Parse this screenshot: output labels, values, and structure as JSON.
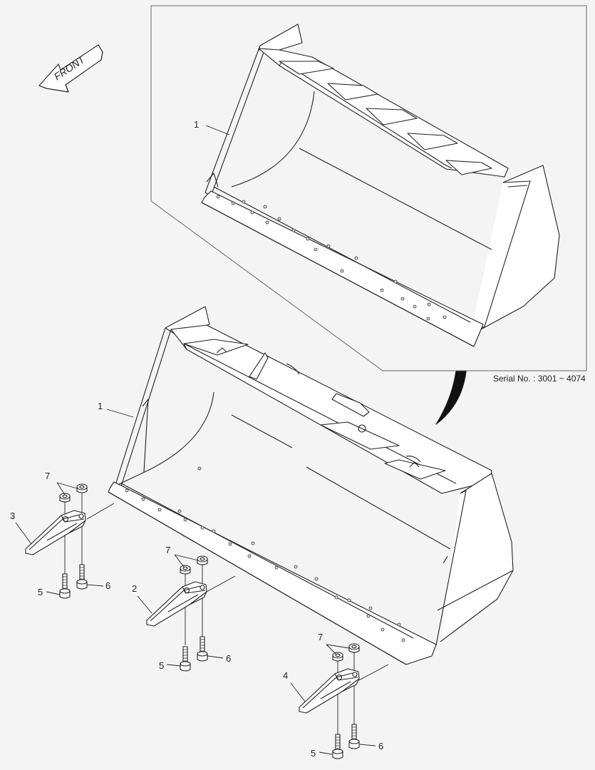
{
  "diagram": {
    "type": "exploded parts diagram",
    "subject": "Loader bucket with teeth (tips), bolts and nuts",
    "serial_note": "Serial No. : 3001 ~ 4074",
    "orientation_arrow": {
      "label": "FRONT",
      "icon": "front-direction-arrow-icon"
    },
    "inset": {
      "description": "Alternate bucket version (boxed detail)",
      "callout": "1"
    },
    "callouts": [
      {
        "id": "1",
        "part": "Bucket (main view)"
      },
      {
        "id": "1",
        "part": "Bucket (inset view)"
      },
      {
        "id": "2",
        "part": "Tooth / tip (center)"
      },
      {
        "id": "3",
        "part": "Tooth / tip (left)"
      },
      {
        "id": "4",
        "part": "Tooth / tip (right)"
      },
      {
        "id": "5",
        "part": "Bolt"
      },
      {
        "id": "6",
        "part": "Bolt"
      },
      {
        "id": "7",
        "part": "Nut"
      }
    ],
    "labels": {
      "inset_1": "1",
      "main_1": "1",
      "left_3": "3",
      "left_7": "7",
      "left_5": "5",
      "left_6": "6",
      "center_2": "2",
      "center_7": "7",
      "center_5": "5",
      "center_6": "6",
      "right_4": "4",
      "right_7": "7",
      "right_5": "5",
      "right_6": "6"
    }
  }
}
